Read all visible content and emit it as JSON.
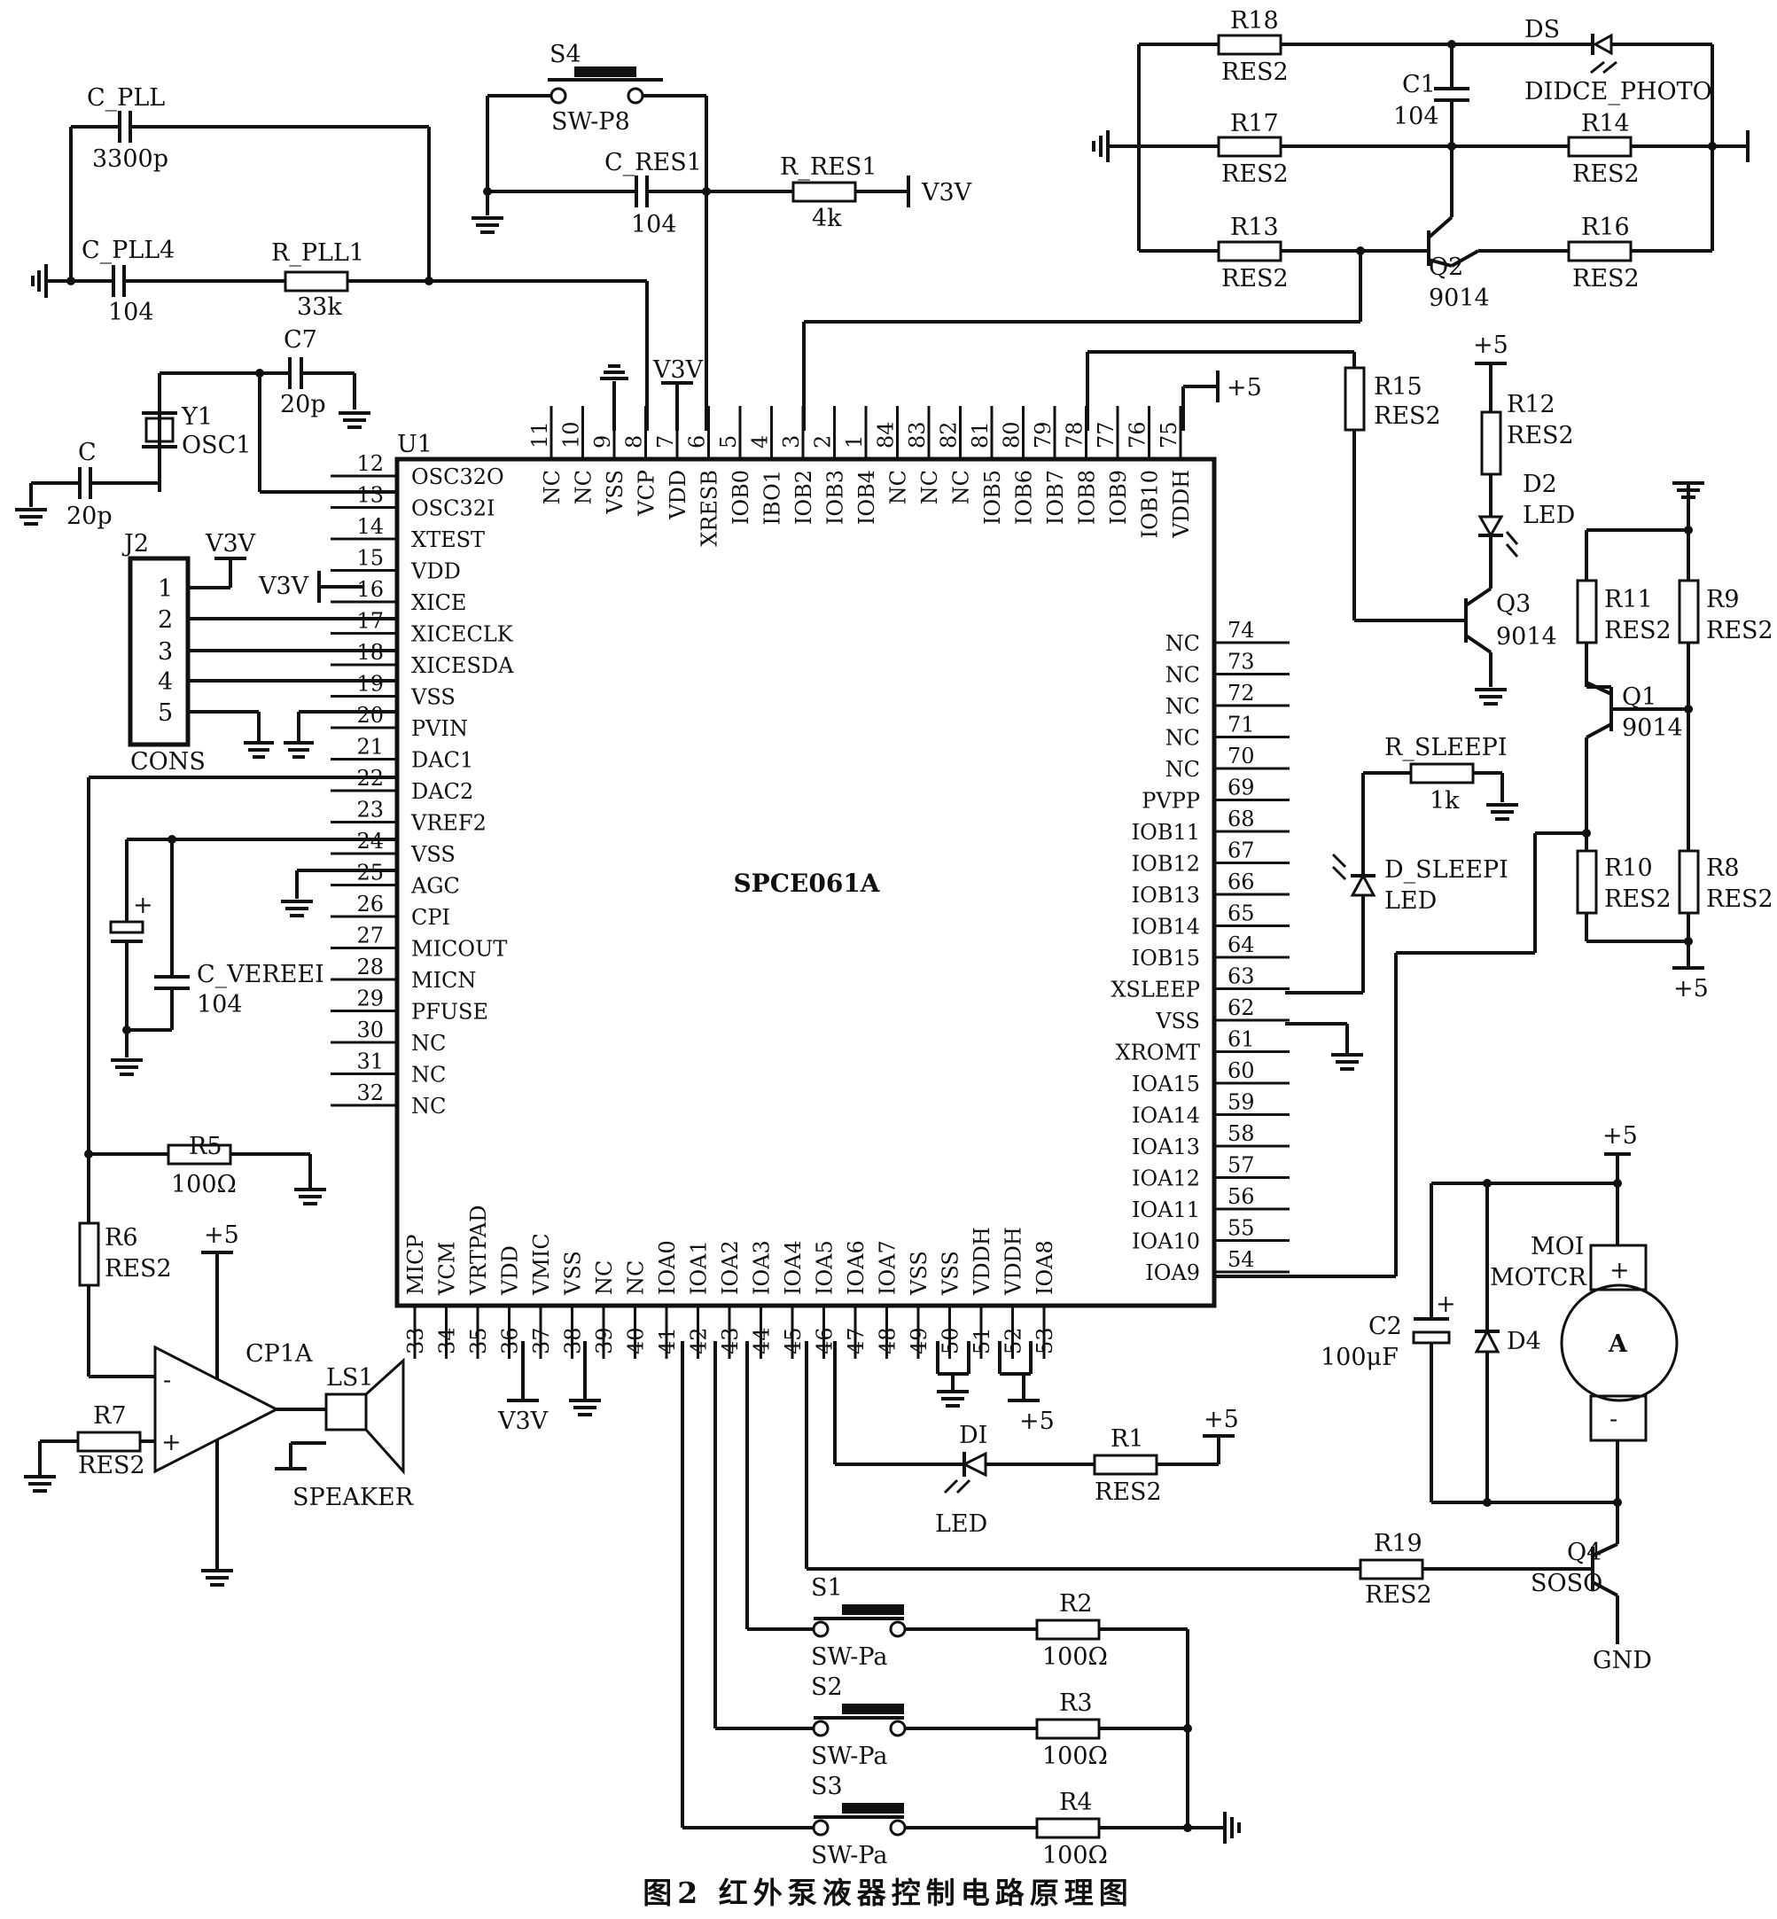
{
  "chip": {
    "ref": "U1",
    "name": "SPCE061A"
  },
  "pins_left": [
    {
      "n": "12",
      "name": "OSC32O"
    },
    {
      "n": "13",
      "name": "OSC32I"
    },
    {
      "n": "14",
      "name": "XTEST"
    },
    {
      "n": "15",
      "name": "VDD"
    },
    {
      "n": "16",
      "name": "XICE"
    },
    {
      "n": "17",
      "name": "XICECLK"
    },
    {
      "n": "18",
      "name": "XICESDA"
    },
    {
      "n": "19",
      "name": "VSS"
    },
    {
      "n": "20",
      "name": "PVIN"
    },
    {
      "n": "21",
      "name": "DAC1"
    },
    {
      "n": "22",
      "name": "DAC2"
    },
    {
      "n": "23",
      "name": "VREF2"
    },
    {
      "n": "24",
      "name": "VSS"
    },
    {
      "n": "25",
      "name": "AGC"
    },
    {
      "n": "26",
      "name": "CPI"
    },
    {
      "n": "27",
      "name": "MICOUT"
    },
    {
      "n": "28",
      "name": "MICN"
    },
    {
      "n": "29",
      "name": "PFUSE"
    },
    {
      "n": "30",
      "name": "NC"
    },
    {
      "n": "31",
      "name": "NC"
    },
    {
      "n": "32",
      "name": "NC"
    }
  ],
  "pins_right": [
    {
      "n": "74",
      "name": "NC"
    },
    {
      "n": "73",
      "name": "NC"
    },
    {
      "n": "72",
      "name": "NC"
    },
    {
      "n": "71",
      "name": "NC"
    },
    {
      "n": "70",
      "name": "NC"
    },
    {
      "n": "69",
      "name": "PVPP"
    },
    {
      "n": "68",
      "name": "IOB11"
    },
    {
      "n": "67",
      "name": "IOB12"
    },
    {
      "n": "66",
      "name": "IOB13"
    },
    {
      "n": "65",
      "name": "IOB14"
    },
    {
      "n": "64",
      "name": "IOB15"
    },
    {
      "n": "63",
      "name": "XSLEEP"
    },
    {
      "n": "62",
      "name": "VSS"
    },
    {
      "n": "61",
      "name": "XROMT"
    },
    {
      "n": "60",
      "name": "IOA15"
    },
    {
      "n": "59",
      "name": "IOA14"
    },
    {
      "n": "58",
      "name": "IOA13"
    },
    {
      "n": "57",
      "name": "IOA12"
    },
    {
      "n": "56",
      "name": "IOA11"
    },
    {
      "n": "55",
      "name": "IOA10"
    },
    {
      "n": "54",
      "name": "IOA9"
    }
  ],
  "pins_top": [
    {
      "n": "11",
      "name": "NC"
    },
    {
      "n": "10",
      "name": "NC"
    },
    {
      "n": "9",
      "name": "VSS"
    },
    {
      "n": "8",
      "name": "VCP"
    },
    {
      "n": "7",
      "name": "VDD"
    },
    {
      "n": "6",
      "name": "XRESB"
    },
    {
      "n": "5",
      "name": "IOB0"
    },
    {
      "n": "4",
      "name": "IBO1"
    },
    {
      "n": "3",
      "name": "IOB2"
    },
    {
      "n": "2",
      "name": "IOB3"
    },
    {
      "n": "1",
      "name": "IOB4"
    },
    {
      "n": "84",
      "name": "NC"
    },
    {
      "n": "83",
      "name": "NC"
    },
    {
      "n": "82",
      "name": "NC"
    },
    {
      "n": "81",
      "name": "IOB5"
    },
    {
      "n": "80",
      "name": "IOB6"
    },
    {
      "n": "79",
      "name": "IOB7"
    },
    {
      "n": "78",
      "name": "IOB8"
    },
    {
      "n": "77",
      "name": "IOB9"
    },
    {
      "n": "76",
      "name": "IOB10"
    },
    {
      "n": "75",
      "name": "VDDH"
    }
  ],
  "pins_bottom": [
    {
      "n": "33",
      "name": "MICP"
    },
    {
      "n": "34",
      "name": "VCM"
    },
    {
      "n": "35",
      "name": "VRTPAD"
    },
    {
      "n": "36",
      "name": "VDD"
    },
    {
      "n": "37",
      "name": "VMIC"
    },
    {
      "n": "38",
      "name": "VSS"
    },
    {
      "n": "39",
      "name": "NC"
    },
    {
      "n": "40",
      "name": "NC"
    },
    {
      "n": "41",
      "name": "IOA0"
    },
    {
      "n": "42",
      "name": "IOA1"
    },
    {
      "n": "43",
      "name": "IOA2"
    },
    {
      "n": "44",
      "name": "IOA3"
    },
    {
      "n": "45",
      "name": "IOA4"
    },
    {
      "n": "46",
      "name": "IOA5"
    },
    {
      "n": "47",
      "name": "IOA6"
    },
    {
      "n": "48",
      "name": "IOA7"
    },
    {
      "n": "49",
      "name": "VSS"
    },
    {
      "n": "50",
      "name": "VSS"
    },
    {
      "n": "51",
      "name": "VDDH"
    },
    {
      "n": "52",
      "name": "VDDH"
    },
    {
      "n": "53",
      "name": "IOA8"
    }
  ],
  "labels": {
    "s4": "S4",
    "swp8": "SW-P8",
    "c_res1": "C_RES1",
    "c_res1_v": "104",
    "r_res1": "R_RES1",
    "r_res1_v": "4k",
    "v3v_res": "V3V",
    "c_pll": "C_PLL",
    "c_pll_v": "3300p",
    "c_pll4": "C_PLL4",
    "c_pll4_v": "104",
    "r_pll1": "R_PLL1",
    "r_pll1_v": "33k",
    "c7": "C7",
    "c7_v": "20p",
    "y1": "Y1",
    "osc1": "OSC1",
    "c": "C",
    "c_v": "20p",
    "u1": "U1",
    "v3v_top": "V3V",
    "j2": "J2",
    "v3v_j2": "V3V",
    "v3v_vdd": "V3V",
    "cons": "CONS",
    "j1": "1",
    "j2n": "2",
    "j3": "3",
    "j4": "4",
    "j5": "5",
    "c_vereei": "C_VEREEI",
    "c_vereei_v": "104",
    "plus_sign": "+",
    "r5": "R5",
    "r5_v": "100Ω",
    "r6": "R6",
    "r6_v": "RES2",
    "r7": "R7",
    "r7_v": "RES2",
    "cp1a": "CP1A",
    "plus5_op": "+5",
    "ls1": "LS1",
    "speaker": "SPEAKER",
    "v3v_bottom": "V3V",
    "plus5_bottom": "+5",
    "di": "DI",
    "led_di": "LED",
    "r1": "R1",
    "r1_v": "RES2",
    "plus5_r1": "+5",
    "s1": "S1",
    "s2": "S2",
    "s3": "S3",
    "swpa1": "SW-Pa",
    "swpa2": "SW-Pa",
    "swpa3": "SW-Pa",
    "r2": "R2",
    "r2_v": "100Ω",
    "r3": "R3",
    "r3_v": "100Ω",
    "r4": "R4",
    "r4_v": "100Ω",
    "r18": "R18",
    "r18_v": "RES2",
    "ds": "DS",
    "c1": "C1",
    "c1_v": "104",
    "didce": "DIDCE_PHOTO",
    "r17": "R17",
    "r17_v": "RES2",
    "r14": "R14",
    "r14_v": "RES2",
    "r13": "R13",
    "r13_v": "RES2",
    "q2": "Q2",
    "q2_v": "9014",
    "r16": "R16",
    "r16_v": "RES2",
    "plus5_top": "+5",
    "r15": "R15",
    "r15_v": "RES2",
    "plus5_r12": "+5",
    "r12": "R12",
    "r12_v": "RES2",
    "d2": "D2",
    "d2_v": "LED",
    "q3": "Q3",
    "q3_v": "9014",
    "r11": "R11",
    "r11_v": "RES2",
    "r9": "R9",
    "r9_v": "RES2",
    "q1": "Q1",
    "q1_v": "9014",
    "r10": "R10",
    "r10_v": "RES2",
    "r8": "R8",
    "r8_v": "RES2",
    "plus5_r8": "+5",
    "r_sleepi": "R_SLEEPI",
    "r_sleepi_v": "1k",
    "d_sleepi": "D_SLEEPI",
    "d_sleepi_v": "LED",
    "plus5_motor": "+5",
    "moi": "MOI",
    "motcr": "MOTCR",
    "motor_a": "A",
    "motor_plus": "+",
    "motor_minus": "-",
    "c2": "C2",
    "c2_v": "100μF",
    "d4": "D4",
    "r19": "R19",
    "r19_v": "RES2",
    "q4": "Q4",
    "soso": "SOSO",
    "gnd": "GND",
    "op_minus": "-",
    "op_plus": "+"
  },
  "caption": "图2  红外泵液器控制电路原理图"
}
